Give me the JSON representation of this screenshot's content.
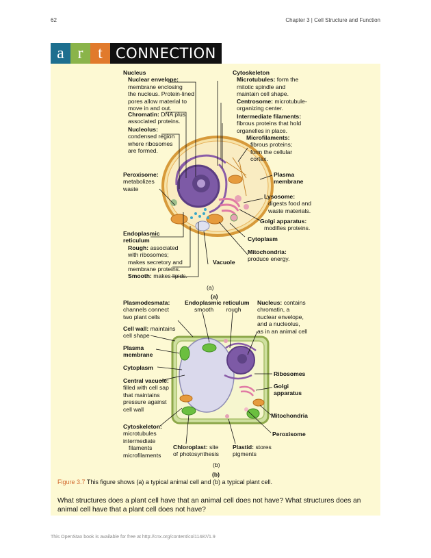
{
  "header": {
    "page_number": "62",
    "chapter": "Chapter 3 | Cell Structure and Function"
  },
  "banner": {
    "letters": [
      "a",
      "r",
      "t"
    ],
    "word": "CONNECTION"
  },
  "animal": {
    "nucleus_title": "Nucleus",
    "nuclear_envelope_term": "Nuclear envelope:",
    "nuclear_envelope_desc": [
      "membrane enclosing",
      "the nucleus. Protein-lined",
      "pores allow material to",
      "move in and out."
    ],
    "chromatin_term": "Chromatin:",
    "chromatin_desc_1": "DNA plus",
    "chromatin_desc_2": "associated proteins.",
    "nucleolus_term": "Nucleolus:",
    "nucleolus_desc": [
      "condensed region",
      "where ribosomes",
      "are formed."
    ],
    "peroxisome_term": "Peroxisome:",
    "peroxisome_desc": [
      "metabolizes",
      "waste"
    ],
    "er_term": "Endoplasmic",
    "er_term_2": "reticulum",
    "rough_term": "Rough:",
    "rough_desc": [
      "associated",
      "with ribosomes;",
      "makes secretory and",
      "membrane proteins."
    ],
    "smooth_term": "Smooth:",
    "smooth_desc": "makes lipids.",
    "cytoskeleton_title": "Cytoskeleton",
    "microtubules_term": "Microtubules:",
    "microtubules_desc": [
      "form the",
      "mitotic spindle and",
      "maintain cell shape."
    ],
    "centrosome_term": "Centrosome:",
    "centrosome_desc": [
      "microtubule-",
      "organizing center."
    ],
    "intermediate_term": "Intermediate filaments:",
    "intermediate_desc": [
      "fibrous proteins that hold",
      "organelles in place."
    ],
    "microfilaments_term": "Microfilaments:",
    "microfilaments_desc": [
      "fibrous proteins;",
      "form the cellular",
      "cortex."
    ],
    "plasma_term": "Plasma",
    "plasma_term_2": "membrane",
    "lysosome_term": "Lysosome:",
    "lysosome_desc": [
      "digests food and",
      "waste materials."
    ],
    "golgi_term": "Golgi apparatus:",
    "golgi_desc": "modifies proteins.",
    "cytoplasm_term": "Cytoplasm",
    "mito_term": "Mitochondria:",
    "mito_desc": "produce energy.",
    "vacuole_term": "Vacuole",
    "label_a": "(a)",
    "label_a_bold": "(a)"
  },
  "plant": {
    "plasmodesmata_term": "Plasmodesmata:",
    "plasmodesmata_desc": [
      "channels connect",
      "two plant cells"
    ],
    "er_term": "Endoplasmic reticulum",
    "er_smooth": "smooth",
    "er_rough": "rough",
    "nucleus_term": "Nucleus:",
    "nucleus_desc_1": "contains",
    "nucleus_desc": [
      "chromatin, a",
      "nuclear envelope,",
      "and a nucleolus,",
      "as in an animal cell"
    ],
    "cellwall_term": "Cell wall:",
    "cellwall_desc_1": "maintains",
    "cellwall_desc_2": "cell shape",
    "plasma_term": "Plasma",
    "plasma_term_2": "membrane",
    "cytoplasm_term": "Cytoplasm",
    "vacuole_term": "Central vacuole:",
    "vacuole_desc": [
      "filled with cell sap",
      "that maintains",
      "pressure against",
      "cell wall"
    ],
    "ribosomes_term": "Ribosomes",
    "golgi_term": "Golgi",
    "golgi_term_2": "apparatus",
    "mito_term": "Mitochondria",
    "peroxisome_term": "Peroxisome",
    "cytoskeleton_term": "Cytoskeleton:",
    "cytoskeleton_desc": [
      "microtubules",
      "intermediate",
      "filaments",
      "microfilaments"
    ],
    "chloroplast_term": "Chloroplast:",
    "chloroplast_desc_1": "site",
    "chloroplast_desc_2": "of photosynthesis",
    "plastid_term": "Plastid:",
    "plastid_desc_1": "stores",
    "plastid_desc_2": "pigments",
    "label_b": "(b)",
    "label_b_bold": "(b)"
  },
  "caption": {
    "figure_label": "Figure 3.7",
    "text": "This figure shows (a) a typical animal cell and (b) a typical plant cell."
  },
  "question": "What structures does a plant cell have that an animal cell does not have? What structures does an animal cell have that a plant cell does not have?",
  "footer": "This OpenStax book is available for free at http://cnx.org/content/col11487/1.9"
}
